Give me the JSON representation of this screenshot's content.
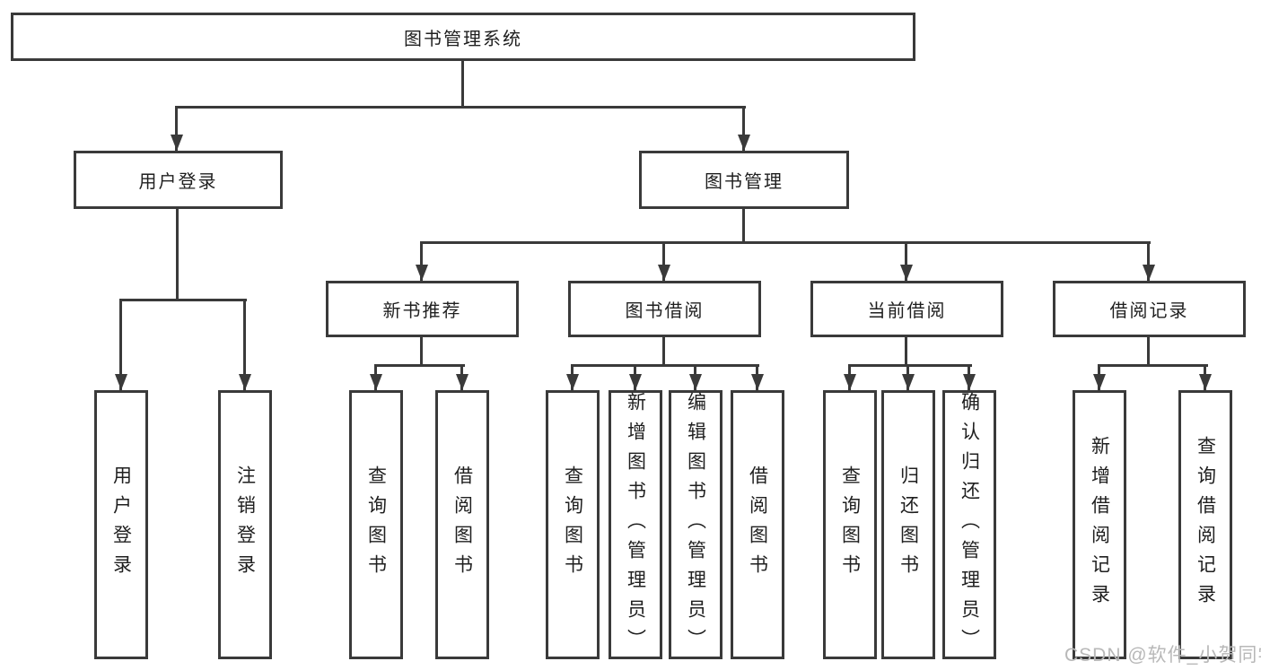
{
  "tree": {
    "label": "图书管理系统",
    "children": [
      {
        "label": "用户登录",
        "children": [
          {
            "label": "用户登录"
          },
          {
            "label": "注销登录"
          }
        ]
      },
      {
        "label": "图书管理",
        "children": [
          {
            "label": "新书推荐",
            "children": [
              {
                "label": "查询图书"
              },
              {
                "label": "借阅图书"
              }
            ]
          },
          {
            "label": "图书借阅",
            "children": [
              {
                "label": "查询图书"
              },
              {
                "label": "新增图书（管理员）"
              },
              {
                "label": "编辑图书（管理员）"
              },
              {
                "label": "借阅图书"
              }
            ]
          },
          {
            "label": "当前借阅",
            "children": [
              {
                "label": "查询图书"
              },
              {
                "label": "归还图书"
              },
              {
                "label": "确认归还（管理员）"
              }
            ]
          },
          {
            "label": "借阅记录",
            "children": [
              {
                "label": "新增借阅记录"
              },
              {
                "label": "查询借阅记录"
              }
            ]
          }
        ]
      }
    ]
  },
  "watermark": {
    "text": "CSDN @软件_小贺同学"
  },
  "colors": {
    "line": "#3a3a3a",
    "text": "#1f1f1f",
    "watermark": "#b8b8b8",
    "background": "#ffffff"
  }
}
